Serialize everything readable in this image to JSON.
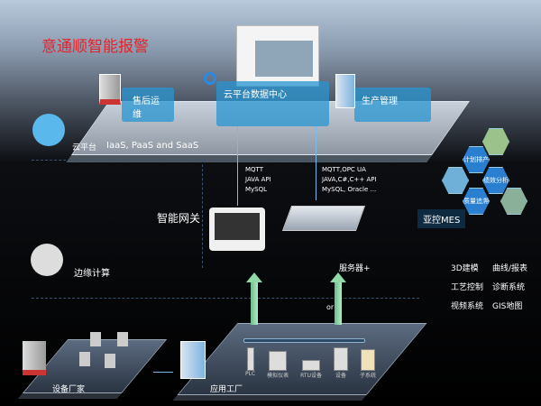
{
  "title": "意通顺智能报警",
  "cloud": {
    "label": "云平台",
    "services": "IaaS, PaaS and SaaS",
    "after_sales": "售后运维",
    "data_center": "云平台数据中心",
    "production": "生产管理"
  },
  "protocols_left": [
    "MQTT",
    "JAVA  API",
    "MySQL"
  ],
  "protocols_right": [
    "MQTT,OPC UA",
    "JAVA,C#,C++  API",
    "MySQL, Oracle ..."
  ],
  "gateway": "智能网关",
  "server": "服务器+",
  "edge": "边缘计算",
  "or_label": "or",
  "vendor": "设备厂家",
  "factory": "应用工厂",
  "devices": [
    "PLC",
    "模拟仪表",
    "RTU设备",
    "设备",
    "子系统"
  ],
  "mes": {
    "label": "亚控MES",
    "hexes": [
      "计划排产",
      "绩效分析",
      "质量追溯"
    ]
  },
  "features": [
    "3D建模",
    "曲线/报表",
    "工艺控制",
    "诊断系统",
    "视频系统",
    "GIS地图"
  ]
}
